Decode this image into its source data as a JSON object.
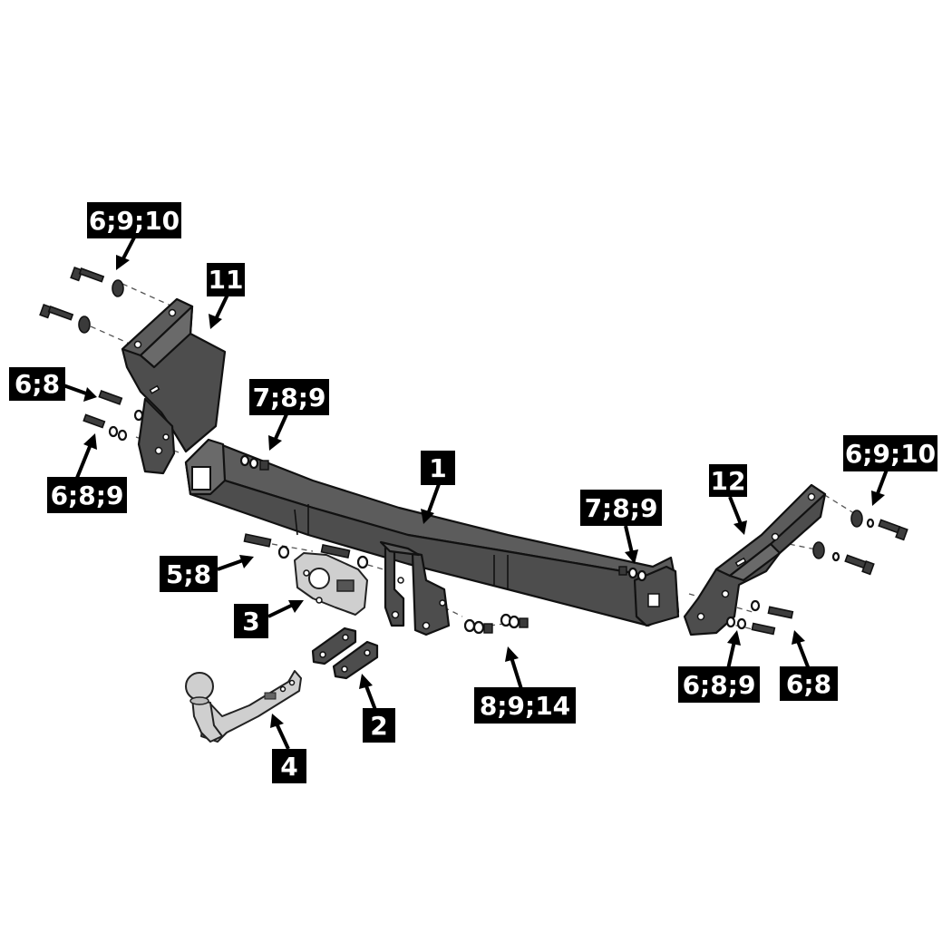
{
  "callouts": [
    {
      "id": "1",
      "text": "1"
    },
    {
      "id": "2",
      "text": "2"
    },
    {
      "id": "3",
      "text": "3"
    },
    {
      "id": "4",
      "text": "4"
    },
    {
      "id": "5_8",
      "text": "5;8"
    },
    {
      "id": "6_8_left",
      "text": "6;8"
    },
    {
      "id": "6_8_9_left",
      "text": "6;8;9"
    },
    {
      "id": "6_9_10_left",
      "text": "6;9;10"
    },
    {
      "id": "7_8_9_left",
      "text": "7;8;9"
    },
    {
      "id": "7_8_9_right",
      "text": "7;8;9"
    },
    {
      "id": "8_9_14",
      "text": "8;9;14"
    },
    {
      "id": "11",
      "text": "11"
    },
    {
      "id": "12",
      "text": "12"
    },
    {
      "id": "6_9_10_right",
      "text": "6;9;10"
    },
    {
      "id": "6_8_9_right",
      "text": "6;8;9"
    },
    {
      "id": "6_8_right",
      "text": "6;8"
    }
  ],
  "colors": {
    "background": "#ffffff",
    "part_fill": "#4d4d4d",
    "label_bg": "#000000",
    "label_text": "#ffffff"
  },
  "icons": [
    "bolt-icon",
    "washer-icon",
    "nut-icon"
  ]
}
